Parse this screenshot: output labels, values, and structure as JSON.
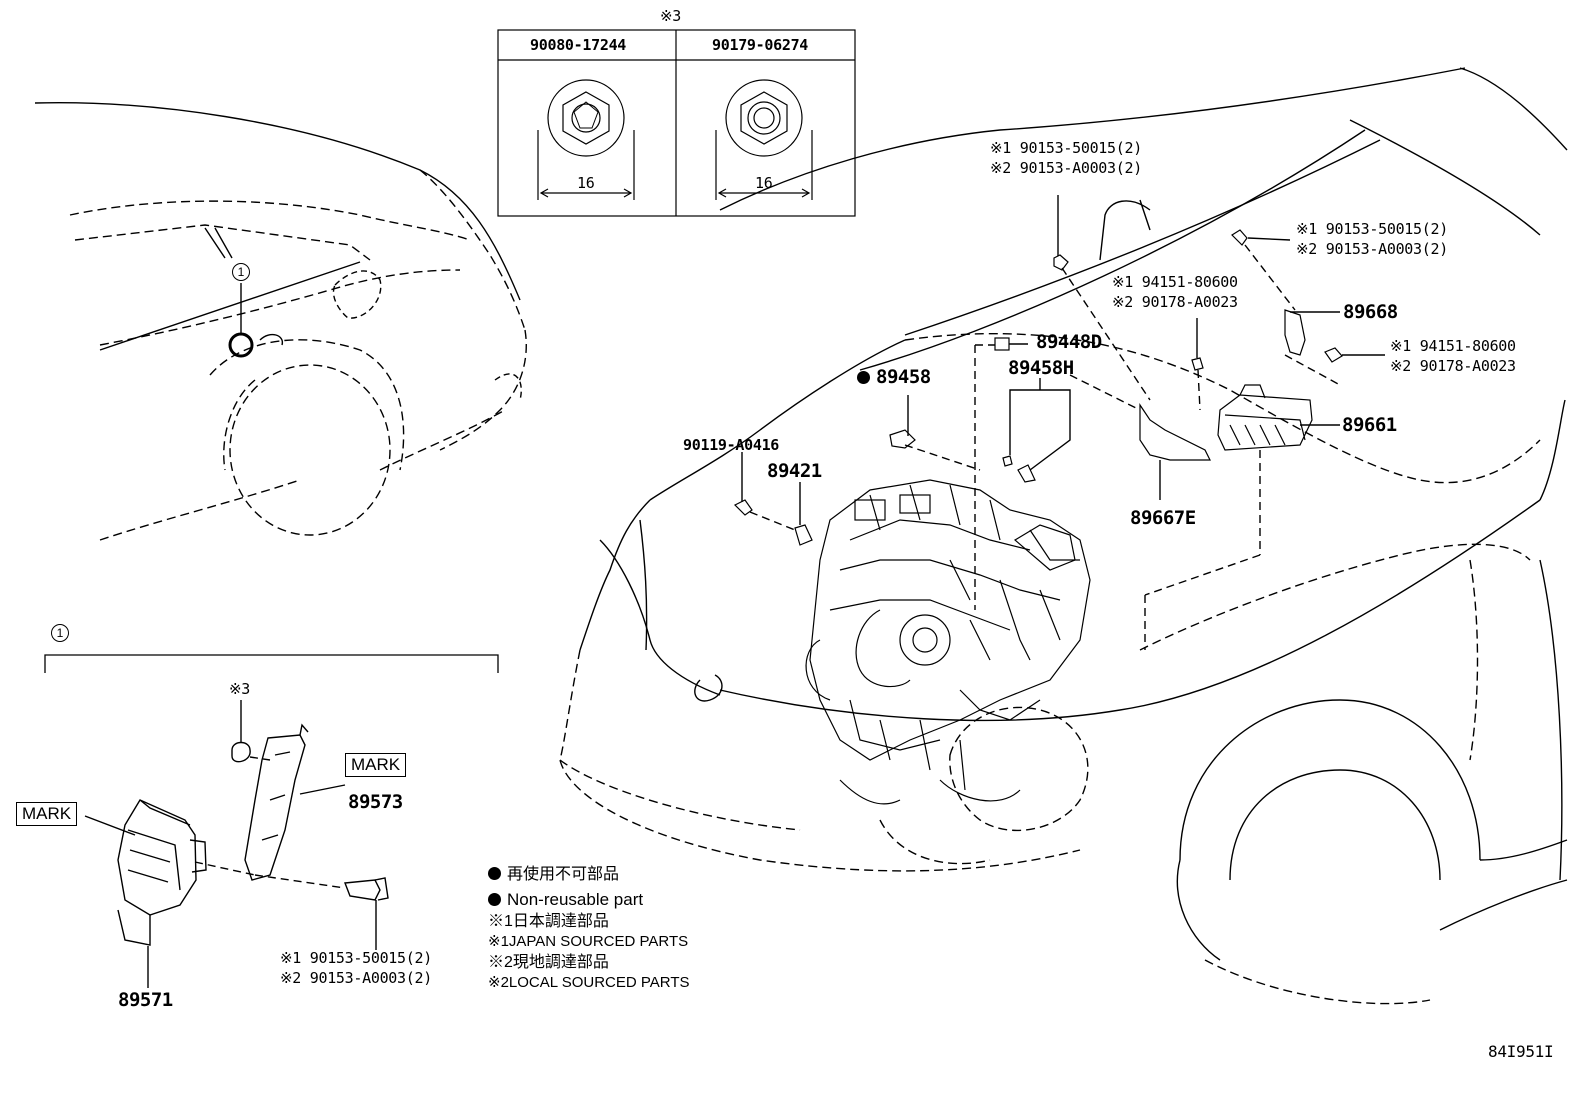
{
  "note_symbol_3": "※3",
  "fastener_table": {
    "col1_part": "90080-17244",
    "col2_part": "90179-06274",
    "col1_size": "16",
    "col2_size": "16"
  },
  "callout_ref": "1",
  "inset_ref": "1",
  "inset_note": "※3",
  "labels": {
    "p89458": "89458",
    "p89448D": "89448D",
    "p89458H": "89458H",
    "p90119": "90119-A0416",
    "p89421": "89421",
    "p89668": "89668",
    "p89661": "89661",
    "p89667E": "89667E",
    "p89573": "89573",
    "p89571": "89571",
    "mark1": "MARK",
    "mark2": "MARK"
  },
  "refs": {
    "top_bolt_1": "※1 90153-50015(2)",
    "top_bolt_2": "※2 90153-A0003(2)",
    "right_bolt_1": "※1 90153-50015(2)",
    "right_bolt_2": "※2 90153-A0003(2)",
    "nut_a_1": "※1 94151-80600",
    "nut_a_2": "※2 90178-A0023",
    "nut_b_1": "※1 94151-80600",
    "nut_b_2": "※2 90178-A0023",
    "inset_bolt_1": "※1 90153-50015(2)",
    "inset_bolt_2": "※2 90153-A0003(2)"
  },
  "legend": {
    "nonreuse_jp": "再使用不可部品",
    "nonreuse_en": "Non-reusable part",
    "japan_jp": "※1日本調達部品",
    "japan_en": "※1JAPAN SOURCED PARTS",
    "local_jp": "※2現地調達部品",
    "local_en": "※2LOCAL SOURCED PARTS"
  },
  "figure_code": "84I951I"
}
